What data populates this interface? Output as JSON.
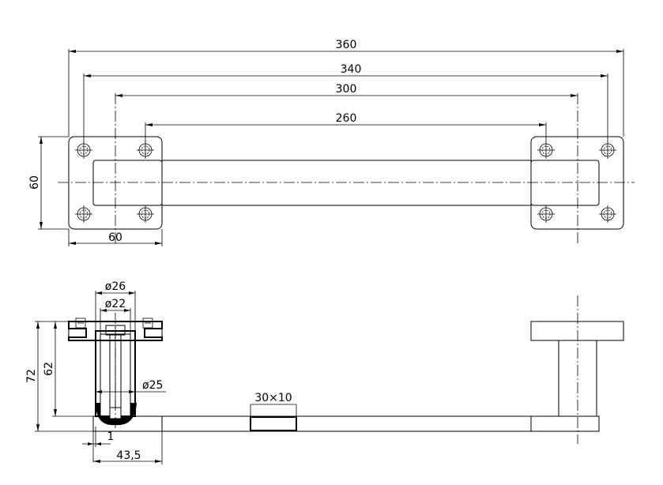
{
  "dimensions": {
    "overall_width": "360",
    "outer_hole_span": "340",
    "inner_hole_span": "300",
    "grab_span": "260",
    "plate_height": "60",
    "plate_width": "60",
    "dia_26": "ø26",
    "dia_22": "ø22",
    "dia_25": "ø25",
    "slot": "30×10",
    "height_72": "72",
    "height_62": "62",
    "offset_1": "1",
    "offset_43_5": "43,5"
  }
}
